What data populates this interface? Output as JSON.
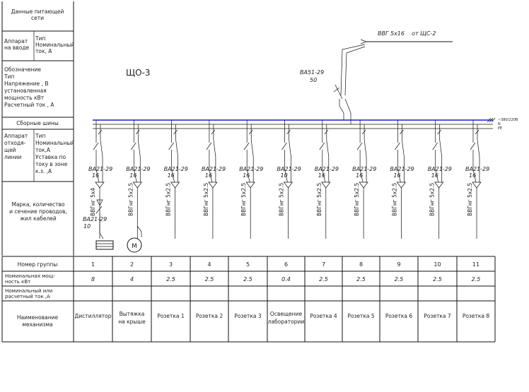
{
  "left_table": {
    "supply_header": [
      "Данные питающей",
      "сети"
    ],
    "input_device_label": [
      "Аппарат",
      "на вводе"
    ],
    "input_device_params": [
      "Тип",
      "Номинальный",
      "ток, А"
    ],
    "designation": [
      "Обозначение",
      "Тип",
      "Напряжение , В",
      "установленная",
      "мощность кВт",
      "Расчетный ток , А"
    ],
    "busbars": "Сборные шины",
    "outgoing_device_label": [
      "Аппарат",
      "отходя-",
      "щей",
      "линии"
    ],
    "outgoing_device_params": [
      "Тип",
      "Номинальный",
      "ток,А",
      "Уставка по",
      "току в зоне",
      "к.з. ,А"
    ],
    "cable_label": [
      "Марка, количество",
      "и сечение проводов,",
      "жил кабелей"
    ]
  },
  "panel_name": "ЩО-3",
  "feeder_cable": "ВВГ 5х16",
  "feeder_source": "от ЩС-2",
  "input_breaker": {
    "type": "ВА51-29",
    "current": "50"
  },
  "bus_labels": {
    "voltage": "~380/220В",
    "n": "N",
    "pe": "PE"
  },
  "distiller_breaker": {
    "type": "ВА21-29",
    "current": "10"
  },
  "circuits": [
    {
      "breaker": "ВА21-29",
      "rating": "16",
      "cable": "ВВГнг 5х4"
    },
    {
      "breaker": "ВА21-29",
      "rating": "16",
      "cable": "ВВГнг 5х2.5"
    },
    {
      "breaker": "ВА21-29",
      "rating": "16",
      "cable": "ВВГнг 5х2.5"
    },
    {
      "breaker": "ВА21-29",
      "rating": "16",
      "cable": "ВВГнг 5х2.5"
    },
    {
      "breaker": "ВА21-29",
      "rating": "16",
      "cable": "ВВГнг 5х2.5"
    },
    {
      "breaker": "ВА21-29",
      "rating": "10",
      "cable": "ВВГнг 5х2.5"
    },
    {
      "breaker": "ВА21-29",
      "rating": "16",
      "cable": "ВВГнг 5х2.5"
    },
    {
      "breaker": "ВА21-29",
      "rating": "16",
      "cable": "ВВГнг 5х2.5"
    },
    {
      "breaker": "ВА21-29",
      "rating": "16",
      "cable": "ВВГнг 5х2.5"
    },
    {
      "breaker": "ВА21-29",
      "rating": "16",
      "cable": "ВВГнг 5х2.5"
    },
    {
      "breaker": "ВА21-29",
      "rating": "16",
      "cable": "ВВГнг 5х2.5"
    }
  ],
  "motor_symbol": "М",
  "bottom_table": {
    "row_labels": {
      "group": "Номер группы",
      "power": [
        "Номинальная мощ-",
        "ность кВт"
      ],
      "current": [
        "Номинальный или",
        "расчетный ток ,А"
      ],
      "name": [
        "Наименование",
        "механизма"
      ]
    },
    "groups": [
      "1",
      "2",
      "3",
      "4",
      "5",
      "6",
      "7",
      "8",
      "9",
      "10",
      "11"
    ],
    "powers": [
      "8",
      "4",
      "2.5",
      "2.5",
      "2.5",
      "0.4",
      "2.5",
      "2.5",
      "2.5",
      "2.5",
      "2.5"
    ],
    "names": [
      [
        "Дистиллятор"
      ],
      [
        "Вытяжка",
        "на крыше"
      ],
      [
        "Розетка 1"
      ],
      [
        "Розетка 2"
      ],
      [
        "Розетка 3"
      ],
      [
        "Освещение",
        "лаборатории"
      ],
      [
        "Розетка 4"
      ],
      [
        "Розетка 5"
      ],
      [
        "Розетка 6"
      ],
      [
        "Розетка 7"
      ],
      [
        "Розетка 8"
      ]
    ]
  }
}
